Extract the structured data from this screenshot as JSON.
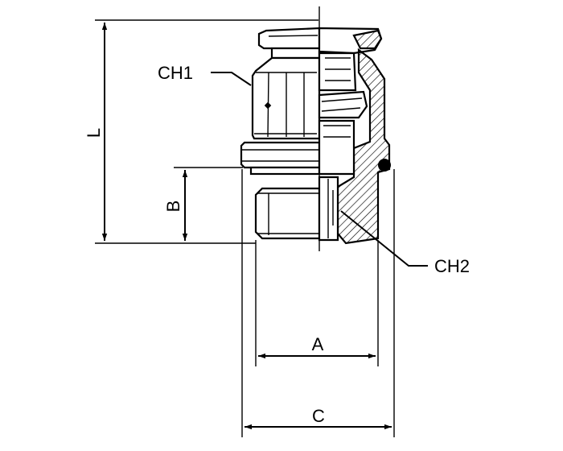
{
  "labels": {
    "ch1": "CH1",
    "ch2": "CH2",
    "l": "L",
    "b": "B",
    "a": "A",
    "c": "C"
  }
}
